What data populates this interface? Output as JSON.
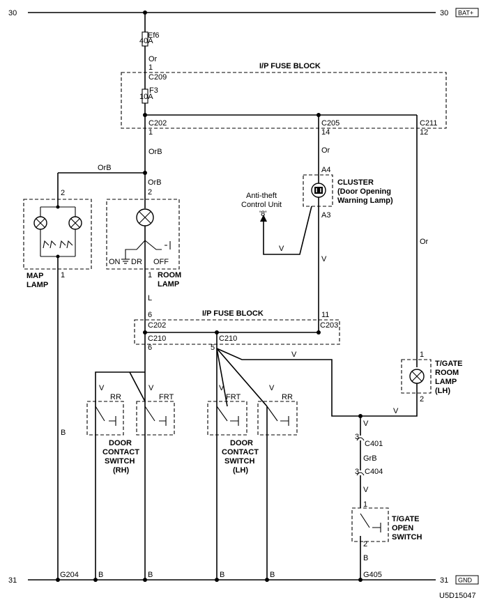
{
  "rails": {
    "top_left": "30",
    "top_right": "30",
    "top_tag": "BAT+",
    "bottom_left": "31",
    "bottom_right": "31",
    "bottom_tag": "GND",
    "figure_id": "U5D15047"
  },
  "fuses": {
    "ef6_name": "Ef6",
    "ef6_rating": "40A",
    "f3_name": "F3",
    "f3_rating": "10A"
  },
  "fuse_blocks": {
    "upper_title": "I/P FUSE BLOCK",
    "lower_title": "I/P FUSE BLOCK"
  },
  "connectors": {
    "c209": "C209",
    "c209_pin": "1",
    "c202_upper": "C202",
    "c202_upper_pin": "1",
    "c205": "C205",
    "c205_pin": "14",
    "c211": "C211",
    "c211_pin": "12",
    "c202_lower": "C202",
    "c202_lower_pin": "6",
    "c203": "C203",
    "c203_pin": "11",
    "c210_left": "C210",
    "c210_left_pin": "6",
    "c210_right": "C210",
    "c210_right_pin": "5",
    "c401": "C401",
    "c401_pin": "3",
    "c404": "C404",
    "c404_pin": "3"
  },
  "wires": {
    "or_main": "Or",
    "orb_1": "OrB",
    "orb_branch": "OrB",
    "orb_2": "OrB",
    "l_room": "L",
    "or_cluster": "Or",
    "v_cluster": "V",
    "v_antitheft": "V",
    "or_tgate": "Or",
    "b_map": "B",
    "v_rr_rh": "V",
    "v_frt_rh": "V",
    "v_frt_lh": "V",
    "v_rr_lh": "V",
    "v_c210": "V",
    "v_tgate_lamp": "V",
    "v_c401": "V",
    "grb": "GrB",
    "v_c404": "V",
    "b_open": "B"
  },
  "map_lamp": {
    "pin_top": "2",
    "pin_bottom": "1",
    "label_line1": "MAP",
    "label_line2": "LAMP"
  },
  "room_lamp": {
    "pin_top": "2",
    "pin_bottom": "1",
    "switch_on": "ON",
    "switch_dr": "DR",
    "switch_off": "OFF",
    "label_line1": "ROOM",
    "label_line2": "LAMP"
  },
  "cluster": {
    "pin_top": "A4",
    "pin_bottom": "A3",
    "title": "CLUSTER",
    "subtitle1": "(Door Opening",
    "subtitle2": "Warning Lamp)"
  },
  "antitheft": {
    "line1": "Anti-theft",
    "line2": "Control Unit",
    "line3": "'8'"
  },
  "door_switch_rh": {
    "rr": "RR",
    "frt": "FRT",
    "label_line1": "DOOR",
    "label_line2": "CONTACT",
    "label_line3": "SWITCH",
    "label_line4": "(RH)"
  },
  "door_switch_lh": {
    "frt": "FRT",
    "rr": "RR",
    "label_line1": "DOOR",
    "label_line2": "CONTACT",
    "label_line3": "SWITCH",
    "label_line4": "(LH)"
  },
  "tgate_room_lamp": {
    "pin_top": "1",
    "pin_bottom": "2",
    "label_line1": "T/GATE",
    "label_line2": "ROOM",
    "label_line3": "LAMP",
    "label_line4": "(LH)"
  },
  "tgate_open_switch": {
    "pin_top": "1",
    "pin_bottom": "2",
    "label_line1": "T/GATE",
    "label_line2": "OPEN",
    "label_line3": "SWITCH"
  },
  "grounds": {
    "g204": "G204",
    "b1": "B",
    "b2": "B",
    "b3": "B",
    "b4": "B",
    "g405": "G405"
  }
}
